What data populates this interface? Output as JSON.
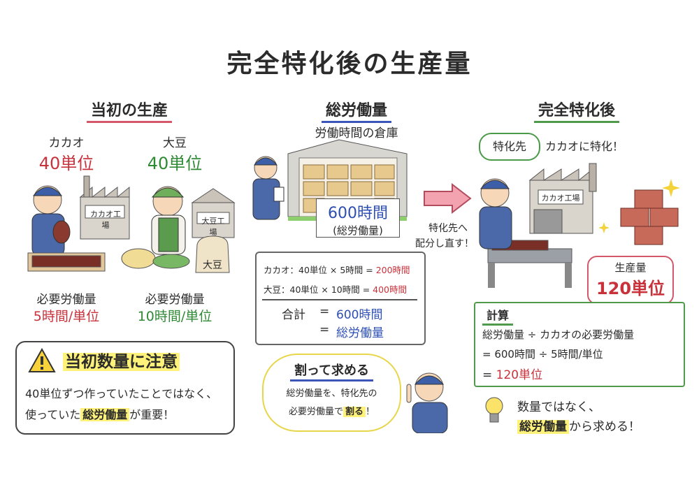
{
  "title": "完全特化後の生産量",
  "left": {
    "heading": "当初の生産",
    "cacao": {
      "name": "カカオ",
      "amount": "40単位",
      "factory": "カカオ工場",
      "req_label": "必要労働量",
      "req_value": "5時間/単位"
    },
    "soy": {
      "name": "大豆",
      "amount": "40単位",
      "factory": "大豆工場",
      "sack": "大豆",
      "req_label": "必要労働量",
      "req_value": "10時間/単位"
    },
    "warning": {
      "heading": "当初数量に注意",
      "line1": "40単位ずつ作っていたことではなく、",
      "line2_pre": "使っていた",
      "line2_hl": "総労働量",
      "line2_post": "が重要！"
    }
  },
  "middle": {
    "heading": "総労働量",
    "warehouse_label": "労働時間の倉庫",
    "hours": "600時間",
    "hours_sub": "(総労働量)",
    "arrow_text1": "特化先へ",
    "arrow_text2": "配分し直す！",
    "calc": {
      "row1_pre": "カカオ：40単位 × 5時間 = ",
      "row1_val": "200時間",
      "row2_pre": "大豆：40単位 × 10時間 = ",
      "row2_val": "400時間",
      "sum_label": "合計",
      "eq1": "=",
      "sum_val": "600時間",
      "eq2": "=",
      "sum_name": "総労働量"
    },
    "speech": {
      "heading": "割って求める",
      "line1": "総労働量を、特化先の",
      "line2_pre": "必要労働量で",
      "line2_hl": "割る",
      "line2_post": "！"
    }
  },
  "right": {
    "heading": "完全特化後",
    "bubble": "特化先",
    "specialize_text": "カカオに特化！",
    "factory": "カカオ工場",
    "output_label": "生産量",
    "output_value": "120単位",
    "calc": {
      "heading": "計算",
      "line1_a": "総労働量",
      "line1_op": "÷",
      "line1_b": "カカオの必要労働量",
      "line2": "= 600時間 ÷ 5時間/単位",
      "line3_eq": "=",
      "line3_val": "120単位"
    },
    "tip": {
      "line1": "数量ではなく、",
      "line2_hl": "総労働量",
      "line2_post": "から求める！"
    }
  },
  "colors": {
    "red": "#c8323b",
    "green": "#2f8a35",
    "blue": "#2d4fb3",
    "highlight": "#fff27a"
  }
}
